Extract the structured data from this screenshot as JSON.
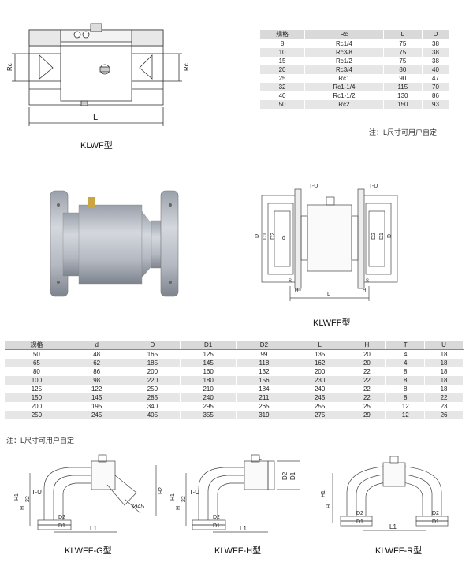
{
  "klwf": {
    "caption": "KLWF型",
    "dim_rc_left": "Rc",
    "dim_rc_right": "Rc",
    "dim_l": "L",
    "table": {
      "headers": [
        "规格",
        "Rc",
        "L",
        "D"
      ],
      "rows": [
        [
          "8",
          "Rc1/4",
          "75",
          "38"
        ],
        [
          "10",
          "Rc3/8",
          "75",
          "38"
        ],
        [
          "15",
          "Rc1/2",
          "75",
          "38"
        ],
        [
          "20",
          "Rc3/4",
          "80",
          "40"
        ],
        [
          "25",
          "Rc1",
          "90",
          "47"
        ],
        [
          "32",
          "Rc1-1/4",
          "115",
          "70"
        ],
        [
          "40",
          "Rc1-1/2",
          "130",
          "86"
        ],
        [
          "50",
          "Rc2",
          "150",
          "93"
        ]
      ]
    },
    "note": "注：L尺寸可用户自定"
  },
  "klwff": {
    "caption": "KLWFF型",
    "labels": {
      "tu_left": "T-U",
      "tu_right": "T-U",
      "d": "D",
      "d1": "D1",
      "d2": "D2",
      "d_small": "d",
      "s": "S",
      "h": "H",
      "l": "L"
    },
    "table": {
      "headers": [
        "规格",
        "d",
        "D",
        "D1",
        "D2",
        "L",
        "H",
        "T",
        "U"
      ],
      "rows": [
        [
          "50",
          "48",
          "165",
          "125",
          "99",
          "135",
          "20",
          "4",
          "18"
        ],
        [
          "65",
          "62",
          "185",
          "145",
          "118",
          "162",
          "20",
          "4",
          "18"
        ],
        [
          "80",
          "86",
          "200",
          "160",
          "132",
          "200",
          "22",
          "8",
          "18"
        ],
        [
          "100",
          "98",
          "220",
          "180",
          "156",
          "230",
          "22",
          "8",
          "18"
        ],
        [
          "125",
          "122",
          "250",
          "210",
          "184",
          "240",
          "22",
          "8",
          "18"
        ],
        [
          "150",
          "145",
          "285",
          "240",
          "211",
          "245",
          "22",
          "8",
          "22"
        ],
        [
          "200",
          "195",
          "340",
          "295",
          "265",
          "255",
          "25",
          "12",
          "23"
        ],
        [
          "250",
          "245",
          "405",
          "355",
          "319",
          "275",
          "29",
          "12",
          "26"
        ]
      ]
    },
    "note": "注：L尺寸可用户自定"
  },
  "bottom": {
    "g": {
      "caption": "KLWFF-G型",
      "h1": "H1",
      "h2": "H2",
      "h": "H",
      "s22": "22",
      "tu": "T-U",
      "d2": "D2",
      "d1": "D1",
      "l1": "L1",
      "angle": "Ø45"
    },
    "h": {
      "caption": "KLWFF-H型",
      "h1": "H1",
      "h": "H",
      "s22": "22",
      "tu": "T-U",
      "d2": "D2",
      "d1": "D1",
      "l1": "L1",
      "l": "L",
      "d2r": "D2",
      "d1r": "D1"
    },
    "r": {
      "caption": "KLWFF-R型",
      "h1": "H1",
      "h": "H",
      "d2": "D2",
      "d1": "D1",
      "l1": "L1",
      "d2r": "D2",
      "d1r": "D1"
    }
  },
  "colors": {
    "header_bg": "#d9d9d9",
    "row_alt": "#e6e6e6",
    "body_metal": "#b8bcc4"
  }
}
